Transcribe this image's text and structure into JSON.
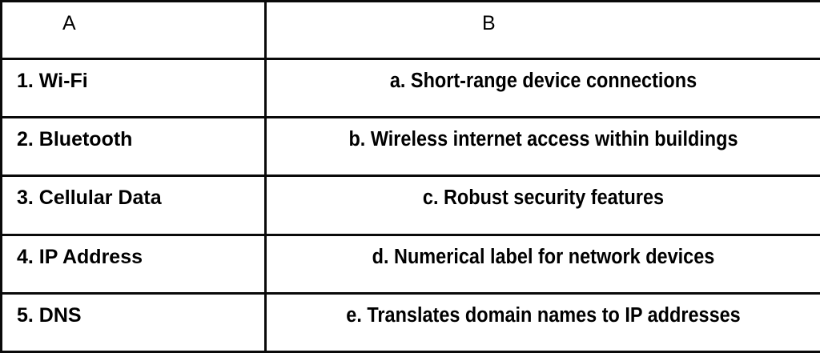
{
  "table": {
    "headers": [
      "A",
      "B"
    ],
    "rows": [
      {
        "a": "1. Wi-Fi",
        "b": "a. Short-range device connections"
      },
      {
        "a": "2. Bluetooth",
        "b": "b. Wireless internet access within buildings"
      },
      {
        "a": "3. Cellular Data",
        "b": "c. Robust security features"
      },
      {
        "a": "4. IP Address",
        "b": "d. Numerical label for network devices"
      },
      {
        "a": "5. DNS",
        "b": "e. Translates domain names to IP addresses"
      }
    ]
  },
  "colors": {
    "border": "#0a0a0a",
    "text": "#000000",
    "background": "#ffffff"
  }
}
